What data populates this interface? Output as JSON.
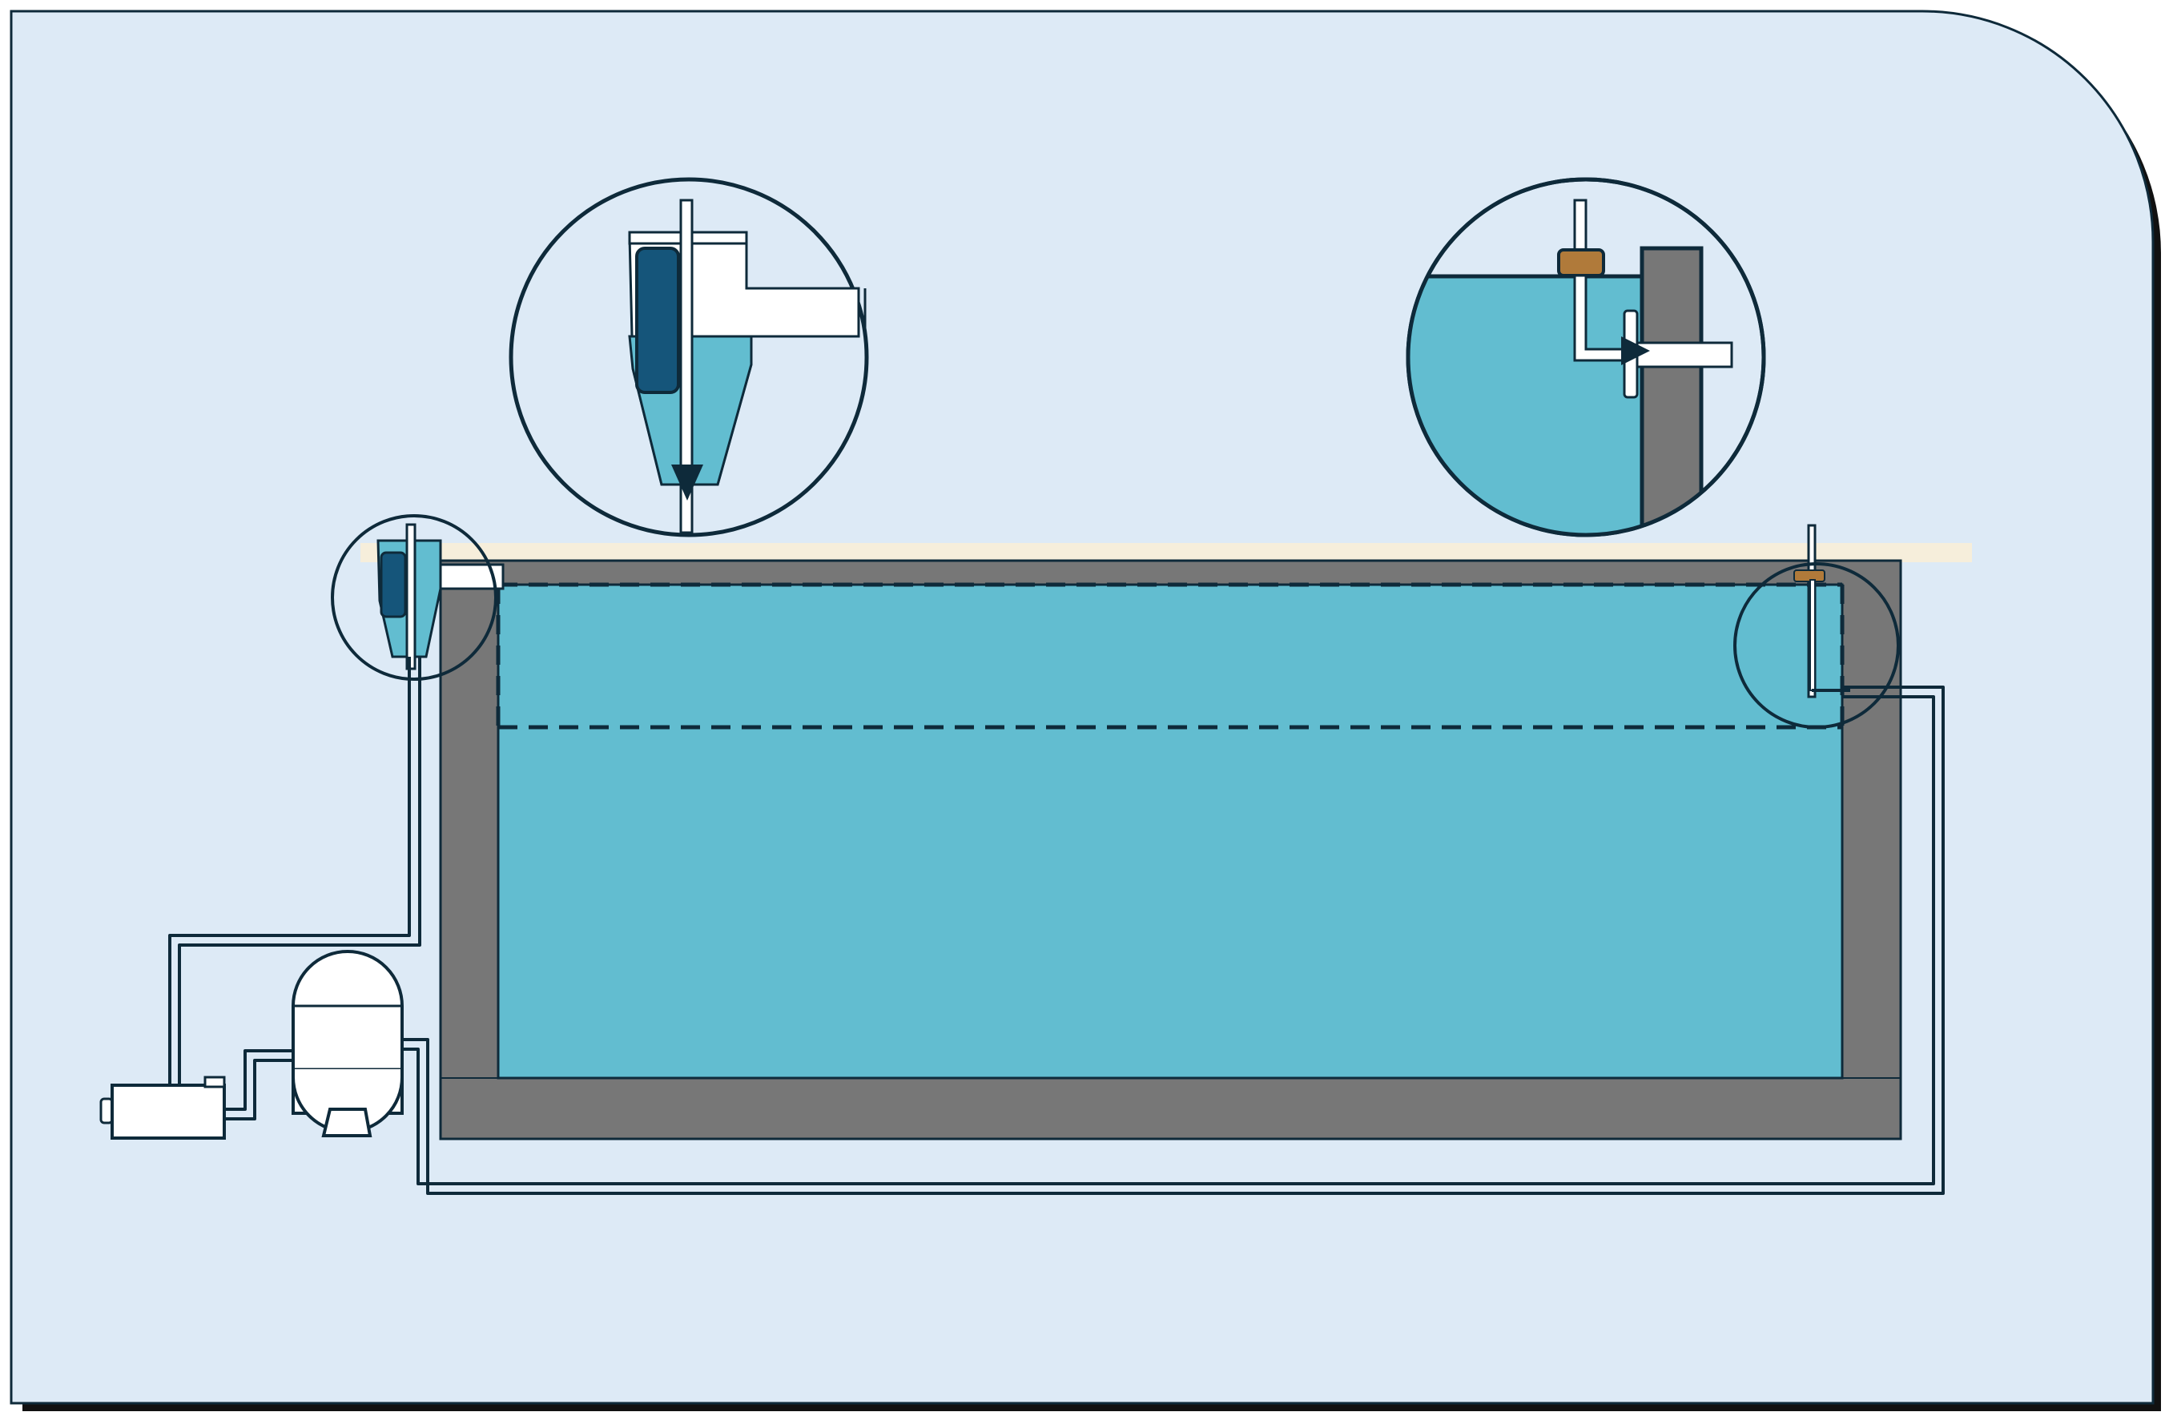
{
  "diagram": {
    "kind": "pool-circulation-schematic",
    "colors": {
      "panel": "#ddeaf6",
      "panel_shadow": "#111111",
      "outline": "#0e2a3a",
      "water": "#62bdd0",
      "wall": "#777777",
      "deck": "#f6eedb",
      "pipe": "#ffffff",
      "skimmer_basket": "#15557a",
      "float": "#b07a3a"
    },
    "components": [
      {
        "name": "pool-basin",
        "icon": "pool-icon"
      },
      {
        "name": "skimmer",
        "icon": "skimmer-icon"
      },
      {
        "name": "water-level-regulator",
        "icon": "float-valve-icon"
      },
      {
        "name": "pump",
        "icon": "pump-icon"
      },
      {
        "name": "sand-filter",
        "icon": "filter-tank-icon"
      },
      {
        "name": "return-line",
        "icon": "pipe-icon"
      },
      {
        "name": "suction-line",
        "icon": "pipe-icon"
      }
    ],
    "water_levels": [
      "max-level",
      "min-level"
    ]
  }
}
